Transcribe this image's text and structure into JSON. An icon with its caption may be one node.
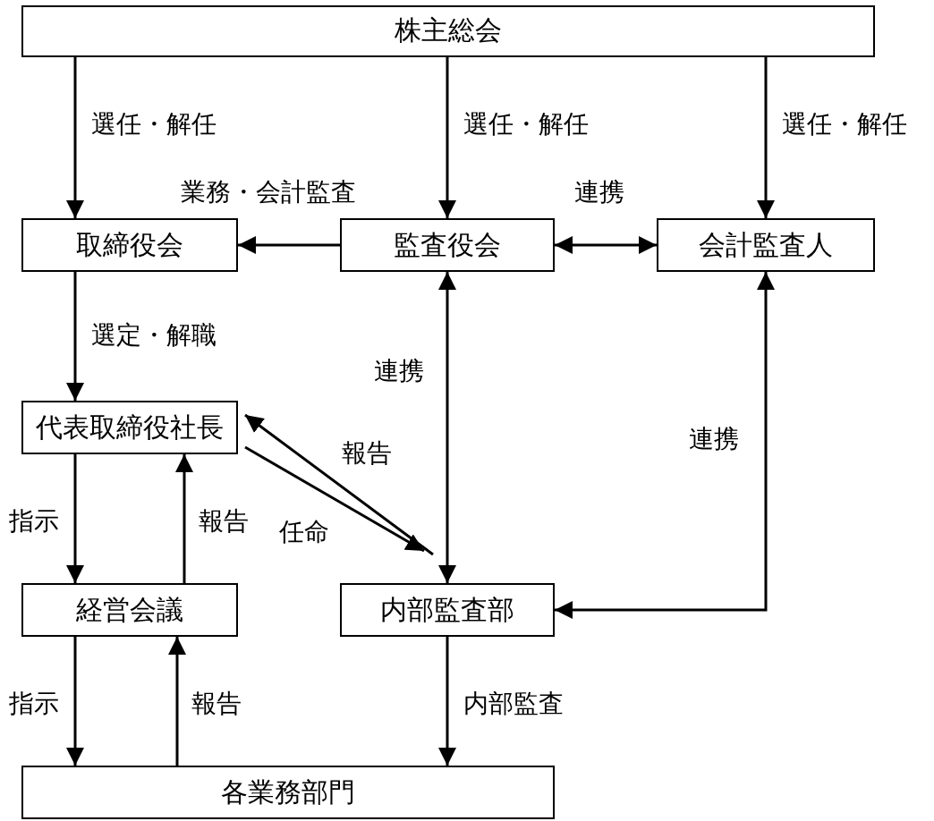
{
  "diagram": {
    "nodes": [
      {
        "text": [
          "株主総会"
        ]
      },
      {
        "text": [
          "取締役会"
        ]
      },
      {
        "text": [
          "監査役会"
        ]
      },
      {
        "text": [
          "会計監査人"
        ]
      },
      {
        "text": [
          "代表取締役社長"
        ]
      },
      {
        "text": [
          "経営会議"
        ]
      },
      {
        "text": [
          "内部監査部"
        ]
      },
      {
        "text": [
          "各業務部門"
        ]
      }
    ],
    "edges": [
      {
        "from": 0,
        "to": 1,
        "arrow": "to",
        "label": "選任・解任"
      },
      {
        "from": 0,
        "to": 2,
        "arrow": "to",
        "label": "選任・解任"
      },
      {
        "from": 0,
        "to": 3,
        "arrow": "to",
        "label": "選任・解任"
      },
      {
        "from": 2,
        "to": 1,
        "arrow": "to",
        "label": "業務・会計監査"
      },
      {
        "from": 2,
        "to": 3,
        "arrow": "both",
        "label": "連携"
      },
      {
        "from": 1,
        "to": 4,
        "arrow": "to",
        "label": "選定・解職"
      },
      {
        "from": 6,
        "to": 2,
        "arrow": "both",
        "label": "連携"
      },
      {
        "from": 6,
        "to": 3,
        "arrow": "both",
        "label": "連携"
      },
      {
        "from": 6,
        "to": 4,
        "arrow": "to",
        "label": "報告"
      },
      {
        "from": 4,
        "to": 6,
        "arrow": "to",
        "label": "任命"
      },
      {
        "from": 4,
        "to": 5,
        "arrow": "to",
        "label": "指示"
      },
      {
        "from": 5,
        "to": 4,
        "arrow": "to",
        "label": "報告"
      },
      {
        "from": 5,
        "to": 7,
        "arrow": "to",
        "label": "指示"
      },
      {
        "from": 7,
        "to": 5,
        "arrow": "to",
        "label": "報告"
      },
      {
        "from": 6,
        "to": 7,
        "arrow": "to",
        "label": "内部監査"
      }
    ]
  }
}
